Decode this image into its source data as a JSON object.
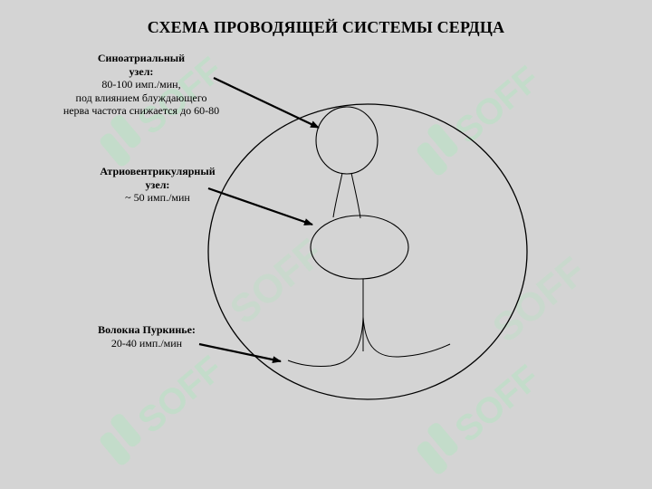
{
  "title": "СХЕМА ПРОВОДЯЩЕЙ СИСТЕМЫ СЕРДЦА",
  "sinoatrial": {
    "head": "Синоатриальный",
    "head2": "узел:",
    "rate": "80-100 имп./мин,",
    "note1": "под влиянием блуждающего",
    "note2": "нерва частота снижается до 60-80"
  },
  "atrioventricular": {
    "head": "Атриовентрикулярный",
    "head2": "узел:",
    "rate": "~ 50 имп./мин"
  },
  "purkinje": {
    "head": "Волокна Пуркинье:",
    "rate": "20-40 имп./мин"
  },
  "watermark": {
    "text": "SOFF",
    "color": "#c2ddc9"
  },
  "colors": {
    "background": "#d4d4d4",
    "stroke": "#000000"
  }
}
